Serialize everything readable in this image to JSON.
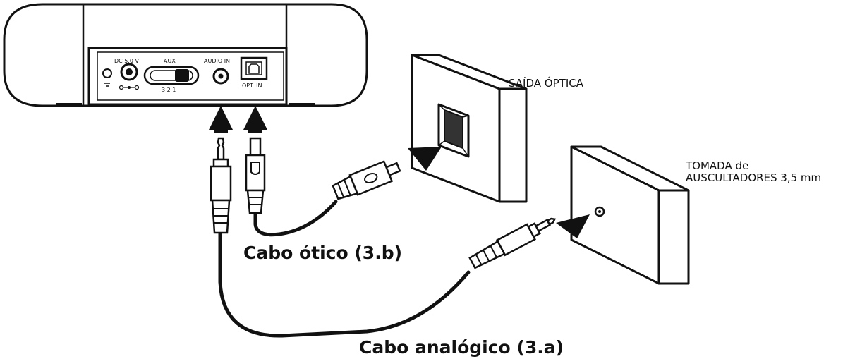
{
  "device": {
    "ports": {
      "dc": "DC 5.0 V",
      "aux": "AUX",
      "aux_positions": "3 2 1",
      "audio_in": "AUDIO IN",
      "opt_in": "OPT. IN"
    }
  },
  "labels": {
    "optical_output": "SAÍDA ÓPTICA",
    "headphone_line1": "TOMADA de",
    "headphone_line2": "AUSCULTADORES 3,5 mm",
    "optical_cable": "Cabo ótico  (3.b)",
    "analog_cable": "Cabo analógico (3.a)"
  },
  "colors": {
    "line": "#111111",
    "background": "#ffffff"
  }
}
